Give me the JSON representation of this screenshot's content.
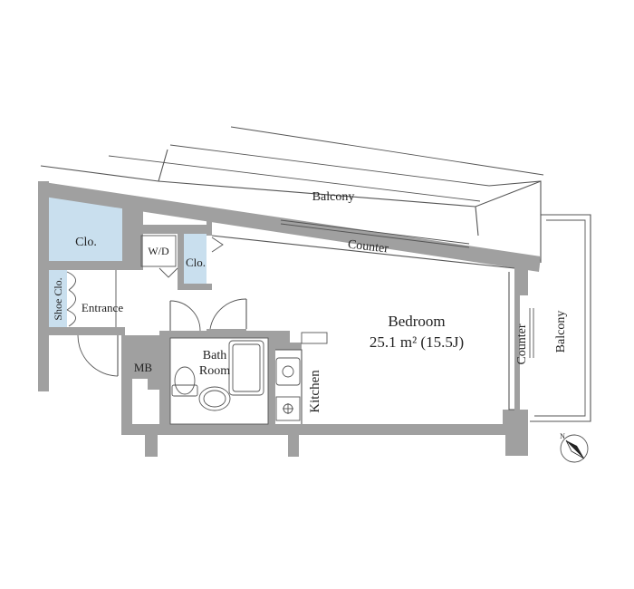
{
  "rooms": {
    "balcony_top": "Balcony",
    "balcony_right": "Balcony",
    "counter_top": "Counter",
    "counter_right": "Counter",
    "closet_main": "Clo.",
    "closet_small": "Clo.",
    "washer_dryer": "W/D",
    "shoe_closet": "Shoe Clo.",
    "entrance": "Entrance",
    "bedroom_name": "Bedroom",
    "bedroom_area": "25.1 m² (15.5J)",
    "bath_line1": "Bath",
    "bath_line2": "Room",
    "meter_box": "MB",
    "kitchen": "Kitchen"
  },
  "compass": {
    "icon": "north-arrow-icon",
    "letter": "N"
  },
  "colors": {
    "wall": "#a0a0a0",
    "closet": "#c9dfee",
    "line": "#555555"
  }
}
